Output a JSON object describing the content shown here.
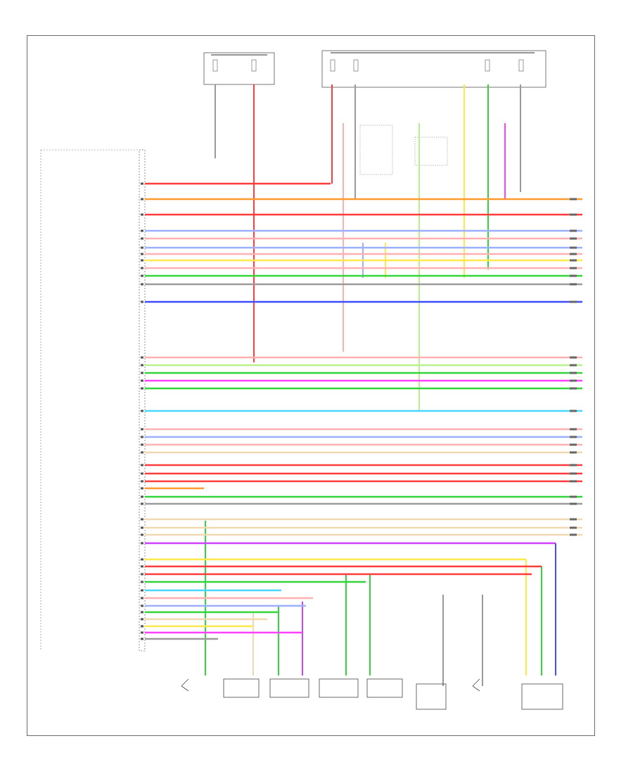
{
  "diagram": {
    "footer_code": "",
    "component_labels": []
  },
  "colors": {
    "red": "#ff3b3b",
    "pink": "#ffb0b0",
    "orange": "#ff9a2e",
    "yellow": "#ffe84a",
    "green": "#33d63a",
    "light_green": "#b8f08a",
    "blue": "#3d4dff",
    "light_blue": "#9ab0ff",
    "violet": "#d040ff",
    "magenta": "#ff40ff",
    "cyan": "#48d8ff",
    "tan": "#f0d8b0",
    "gray": "#9a9a9a",
    "black": "#333333"
  },
  "harness": {
    "wires": [
      {
        "color": "red"
      },
      {
        "color": "orange"
      },
      {
        "color": "red"
      },
      {
        "color": "light_blue"
      },
      {
        "color": "pink"
      },
      {
        "color": "light_blue"
      },
      {
        "color": "pink"
      },
      {
        "color": "yellow"
      },
      {
        "color": "pink"
      },
      {
        "color": "green"
      },
      {
        "color": "gray"
      },
      {
        "color": "blue"
      },
      {
        "color": "pink"
      },
      {
        "color": "light_green"
      },
      {
        "color": "green"
      },
      {
        "color": "magenta"
      },
      {
        "color": "green"
      },
      {
        "color": "cyan"
      },
      {
        "color": "pink"
      },
      {
        "color": "light_blue"
      },
      {
        "color": "pink"
      },
      {
        "color": "tan"
      },
      {
        "color": "red"
      },
      {
        "color": "red"
      },
      {
        "color": "red"
      },
      {
        "color": "orange"
      },
      {
        "color": "green"
      },
      {
        "color": "gray"
      },
      {
        "color": "tan"
      },
      {
        "color": "tan"
      },
      {
        "color": "tan"
      },
      {
        "color": "violet"
      },
      {
        "color": "yellow"
      },
      {
        "color": "red"
      },
      {
        "color": "red"
      },
      {
        "color": "green"
      },
      {
        "color": "cyan"
      },
      {
        "color": "pink"
      },
      {
        "color": "light_blue"
      },
      {
        "color": "green"
      },
      {
        "color": "tan"
      },
      {
        "color": "yellow"
      },
      {
        "color": "magenta"
      },
      {
        "color": "gray"
      }
    ]
  }
}
